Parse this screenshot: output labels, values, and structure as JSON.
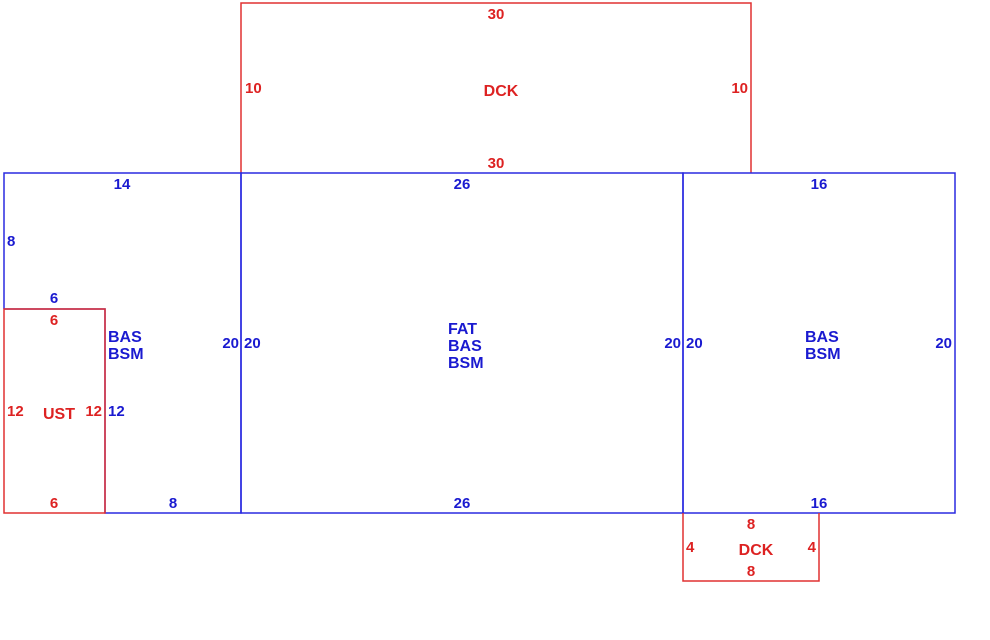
{
  "colors": {
    "living": "#1a1ad0",
    "exterior": "#dd2222"
  },
  "rear_deck": {
    "area_label": "DCK",
    "top": "30",
    "bottom": "30",
    "left": "10",
    "right": "10"
  },
  "west_wing": {
    "area_label_1": "BAS",
    "area_label_2": "BSM",
    "top": "14",
    "left_upper": "8",
    "notch_top": "6",
    "right": "20",
    "inner_step": "12",
    "bottom": "8"
  },
  "utility_storage": {
    "area_label": "UST",
    "top": "6",
    "bottom": "6",
    "left": "12",
    "right": "12"
  },
  "center_section": {
    "area_label_1": "FAT",
    "area_label_2": "BAS",
    "area_label_3": "BSM",
    "top": "26",
    "bottom": "26",
    "left": "20",
    "right": "20"
  },
  "east_wing": {
    "area_label_1": "BAS",
    "area_label_2": "BSM",
    "top": "16",
    "bottom": "16",
    "left": "20",
    "right": "20"
  },
  "front_deck": {
    "area_label": "DCK",
    "top": "8",
    "bottom": "8",
    "left": "4",
    "right": "4"
  }
}
